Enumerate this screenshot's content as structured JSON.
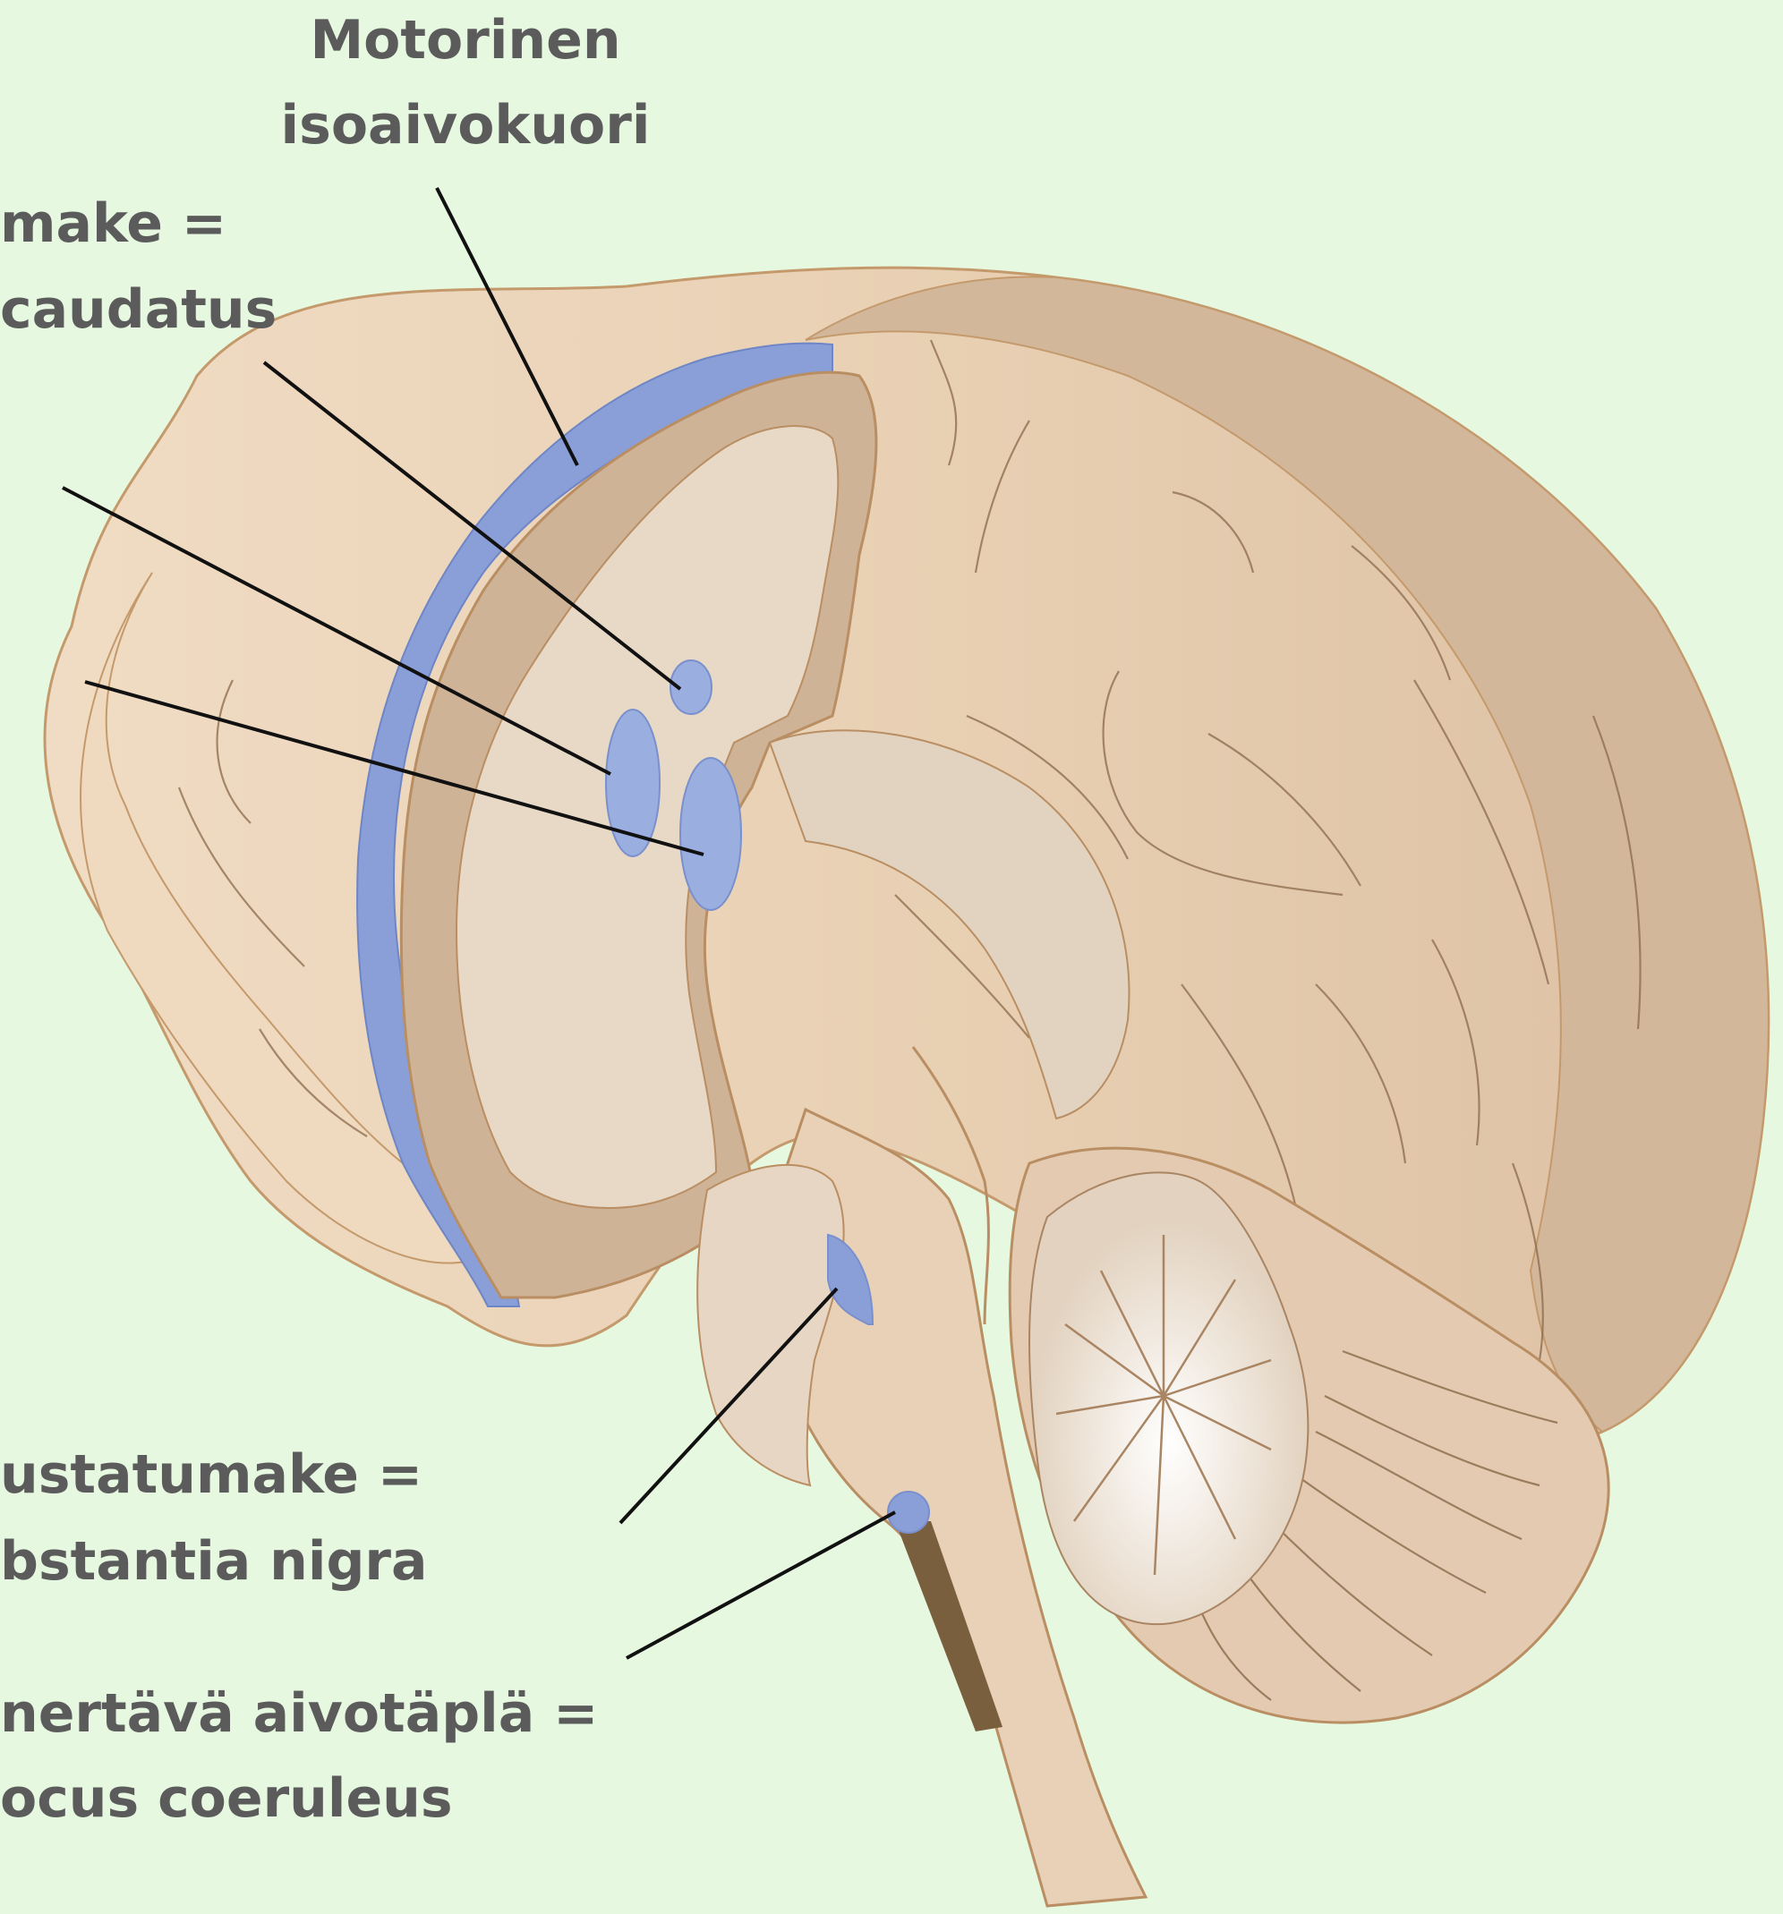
{
  "labels": {
    "motor_cortex": {
      "line1": "Motorinen",
      "line2": "isoaivokuori"
    },
    "caudate": {
      "line1": "make =",
      "line2": "caudatus"
    },
    "substantia_nigra": {
      "line1": "ustatumake =",
      "line2": "bstantia nigra"
    },
    "locus_coeruleus": {
      "line1": "nertävä aivotäplä =",
      "line2": "ocus coeruleus"
    }
  },
  "colors": {
    "background": "#e6f8e0",
    "cortex_outer": "#e8cfb2",
    "cortex_shadow": "#d3b79b",
    "gray_matter": "#c9ad93",
    "white_matter": "#e8d9c7",
    "highlight_blue": "#8a9fd8",
    "nucleus_blue": "#9aaee0",
    "outline": "#b98e63",
    "pointer": "#111111",
    "label_text": "#5b5b5b"
  }
}
